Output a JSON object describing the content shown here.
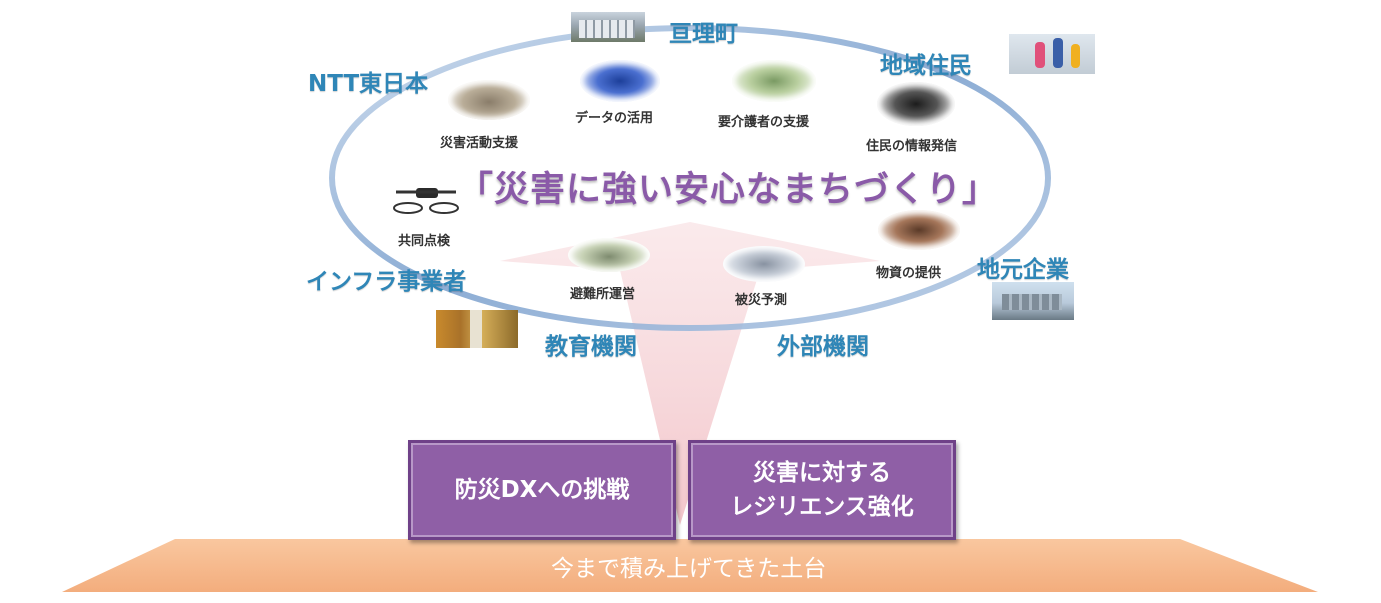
{
  "slogan": "「災害に強い安心なまちづくり」",
  "stakeholders": {
    "watari": "亘理町",
    "ntt": "NTT東日本",
    "residents": "地域住民",
    "infra": "インフラ事業者",
    "local_biz": "地元企業",
    "education": "教育機関",
    "external": "外部機関"
  },
  "activities": {
    "disaster_support": "災害活動支援",
    "data_use": "データの活用",
    "care_support": "要介護者の支援",
    "resident_info": "住民の情報発信",
    "joint_inspection": "共同点検",
    "shelter_ops": "避難所運営",
    "damage_forecast": "被災予測",
    "supplies": "物資の提供"
  },
  "pillars": {
    "left": "防災DXへの挑戦",
    "right_line1": "災害に対する",
    "right_line2": "レジリエンス強化"
  },
  "foundation": "今まで積み上げてきた土台",
  "colors": {
    "stakeholder_text": "#2f86b7",
    "slogan_text": "#8a5aa8",
    "pillar_fill": "#8f5fa6",
    "foundation_fill": "#f6b98a",
    "ring": "#9cb7d8"
  }
}
